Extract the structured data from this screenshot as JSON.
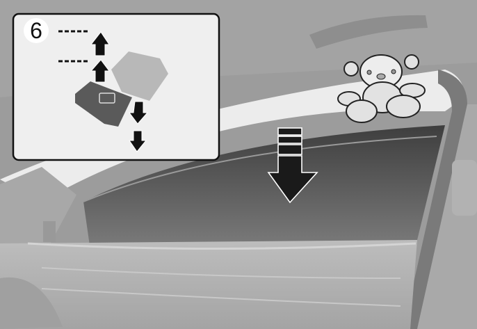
{
  "illustration": {
    "subject": "Power window operation with child (teddy bear) near window",
    "inset": {
      "callout_number": "6",
      "switch_icon": "window-switch-icon",
      "arrows_up": 2,
      "arrows_down": 2,
      "leader_lines": 2
    },
    "main": {
      "window_direction": "down",
      "big_arrow_icon": "arrow-down-icon",
      "object": "teddy-bear"
    },
    "colors": {
      "background_gray": "#9a9a9a",
      "window_dark": "#5e5e5e",
      "door_trim": "#b4b4b4",
      "dash_light": "#ececec",
      "arrow_fill": "#1a1a1a",
      "inset_bg": "#efefef"
    }
  }
}
